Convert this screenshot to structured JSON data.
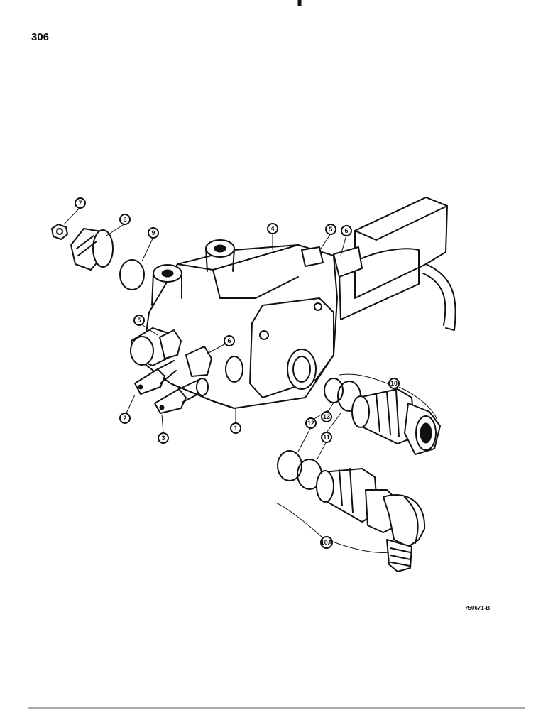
{
  "page_number": "306",
  "figure_code": "750671-B",
  "callouts": [
    "7",
    "8",
    "9",
    "4",
    "5",
    "6",
    "5",
    "6",
    "2",
    "3",
    "1",
    "10",
    "13",
    "12",
    "11",
    "10A"
  ],
  "colors": {
    "ink": "#111111",
    "paper": "#ffffff"
  }
}
